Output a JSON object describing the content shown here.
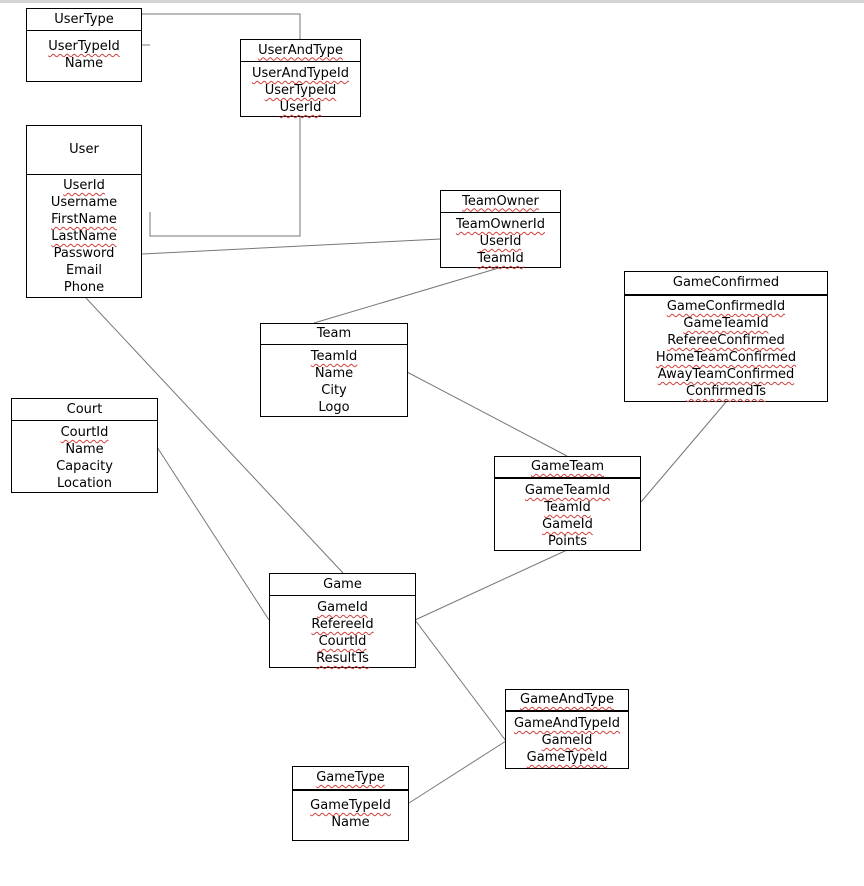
{
  "entities": {
    "usertype": {
      "title": "UserType",
      "fields": [
        "UserTypeId",
        "Name"
      ]
    },
    "userandtype": {
      "title": "UserAndType",
      "fields": [
        "UserAndTypeId",
        "UserTypeId",
        "UserId"
      ]
    },
    "user": {
      "title": "User",
      "fields": [
        "UserId",
        "Username",
        "FirstName",
        "LastName",
        "Password",
        "Email",
        "Phone"
      ]
    },
    "teamowner": {
      "title": "TeamOwner",
      "fields": [
        "TeamOwnerId",
        "UserId",
        "TeamId"
      ]
    },
    "gameconfirmed": {
      "title": "GameConfirmed",
      "fields": [
        "GameConfirmedId",
        "GameTeamId",
        "RefereeConfirmed",
        "HomeTeamConfirmed",
        "AwayTeamConfirmed",
        "ConfirmedTs"
      ]
    },
    "team": {
      "title": "Team",
      "fields": [
        "TeamId",
        "Name",
        "City",
        "Logo"
      ]
    },
    "court": {
      "title": "Court",
      "fields": [
        "CourtId",
        "Name",
        "Capacity",
        "Location"
      ]
    },
    "gameteam": {
      "title": "GameTeam",
      "fields": [
        "GameTeamId",
        "TeamId",
        "GameId",
        "Points"
      ]
    },
    "game": {
      "title": "Game",
      "fields": [
        "GameId",
        "RefereeId",
        "CourtId",
        "ResultTs"
      ]
    },
    "gameandtype": {
      "title": "GameAndType",
      "fields": [
        "GameAndTypeId",
        "GameId",
        "GameTypeId"
      ]
    },
    "gametype": {
      "title": "GameType",
      "fields": [
        "GameTypeId",
        "Name"
      ]
    }
  }
}
